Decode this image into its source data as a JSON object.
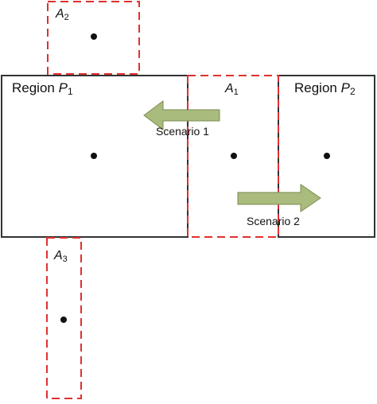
{
  "regions": {
    "p1": {
      "prefix": "Region ",
      "var": "P",
      "sub": "1"
    },
    "p2": {
      "prefix": "Region ",
      "var": "P",
      "sub": "2"
    }
  },
  "areas": {
    "a1": {
      "var": "A",
      "sub": "1"
    },
    "a2": {
      "var": "A",
      "sub": "2"
    },
    "a3": {
      "var": "A",
      "sub": "3"
    }
  },
  "scenarios": {
    "s1": {
      "label": "Scenario 1",
      "direction": "left"
    },
    "s2": {
      "label": "Scenario 2",
      "direction": "right"
    }
  },
  "colors": {
    "region_border": "#333333",
    "dashed_border": "#e03030",
    "arrow_fill": "#a9bb7d",
    "arrow_stroke": "#7b8d4f",
    "point": "#111111"
  }
}
